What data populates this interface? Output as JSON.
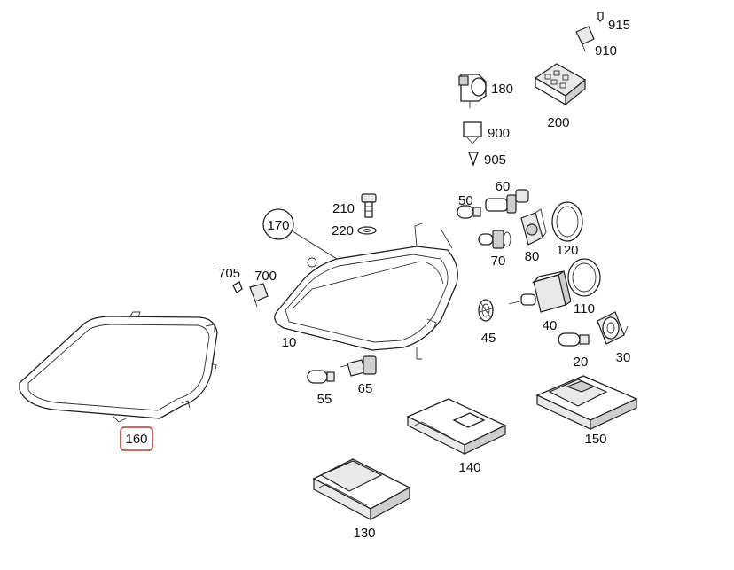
{
  "labels": {
    "p915": "915",
    "p910": "910",
    "p180": "180",
    "p200": "200",
    "p900": "900",
    "p905": "905",
    "p210": "210",
    "p220": "220",
    "p50": "50",
    "p60": "60",
    "p170": "170",
    "p120": "120",
    "p70": "70",
    "p80": "80",
    "p705": "705",
    "p700": "700",
    "p110": "110",
    "p10": "10",
    "p45": "45",
    "p40": "40",
    "p20": "20",
    "p30": "30",
    "p55": "55",
    "p65": "65",
    "p160": "160",
    "p150": "150",
    "p140": "140",
    "p130": "130"
  },
  "colors": {
    "highlight": "#c0392b",
    "line": "#222222"
  }
}
